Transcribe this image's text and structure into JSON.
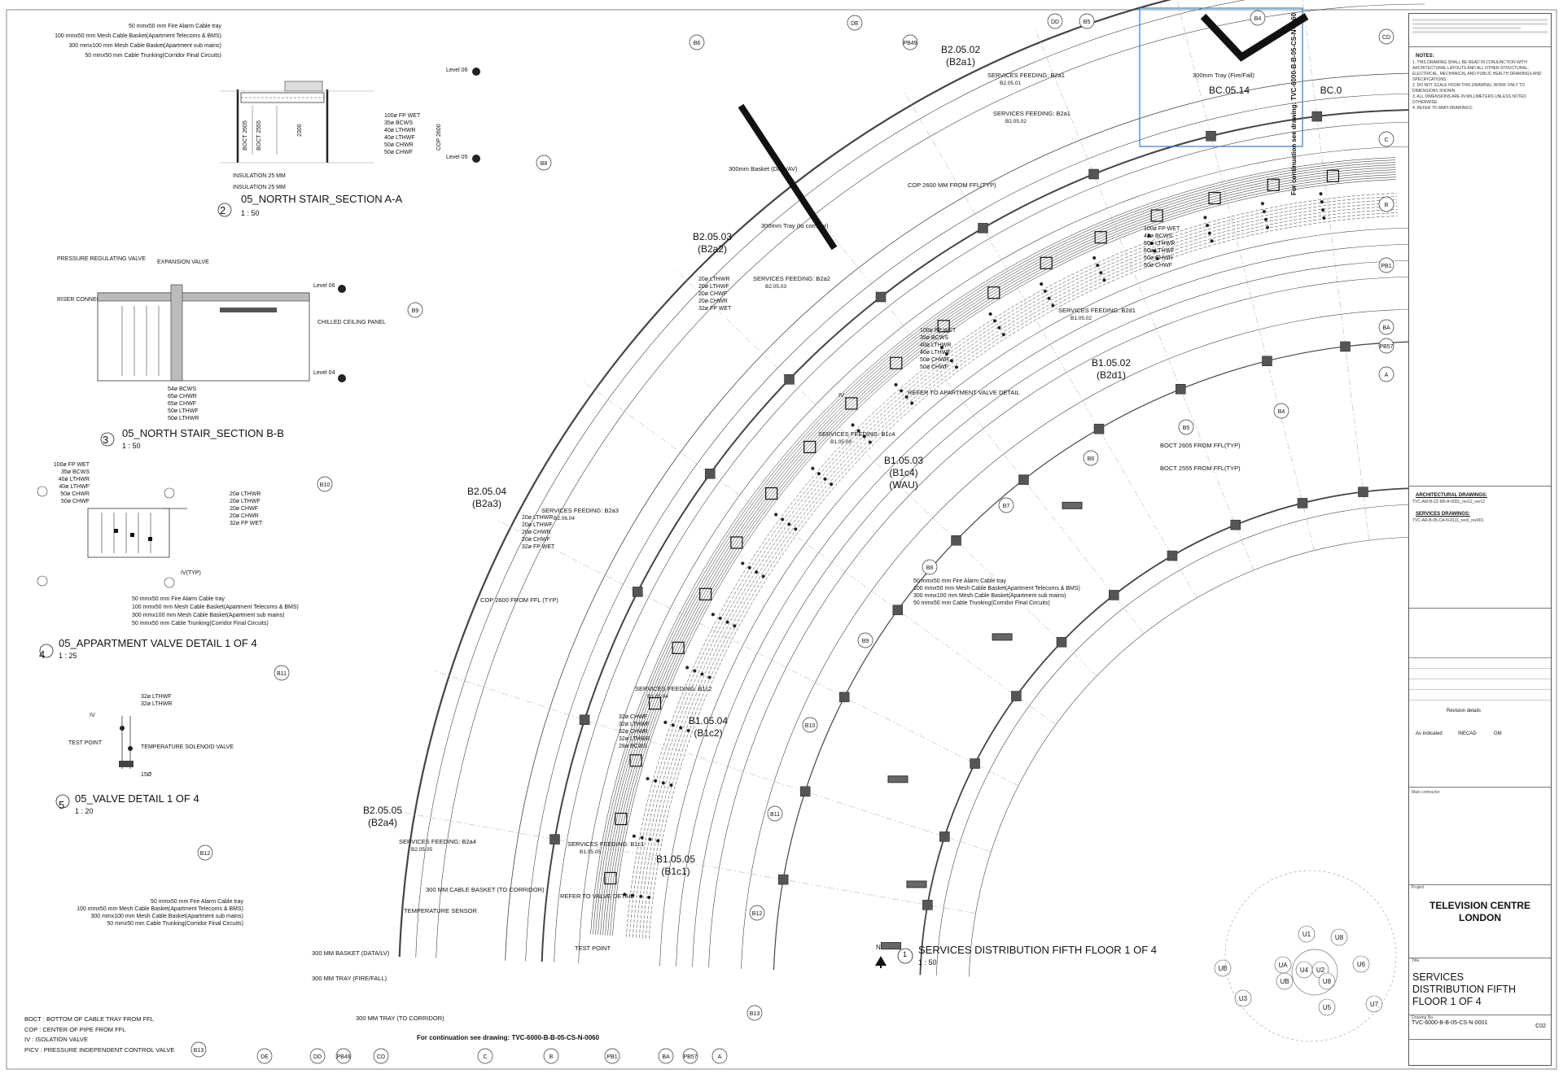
{
  "plan": {
    "title": "SERVICES DISTRIBUTION FIFTH FLOOR 1 OF 4",
    "number": "1",
    "scale": "1 : 50",
    "north": "N",
    "continuation_bottom": "For continuation see drawing: TVC-6000-B-B-05-CS-N-0060",
    "continuation_right": "For continuation see drawing: TVC-6000-B-B-05-CS-N-0060"
  },
  "rooms": [
    {
      "code": "B2.05.02",
      "sub": "(B2a1)"
    },
    {
      "code": "B2.05.03",
      "sub": "(B2a2)"
    },
    {
      "code": "B2.05.04",
      "sub": "(B2a3)"
    },
    {
      "code": "B2.05.05",
      "sub": "(B2a4)"
    },
    {
      "code": "B1.05.02",
      "sub": "(B2d1)"
    },
    {
      "code": "B1.05.03",
      "sub": "(B1c4)",
      "sub2": "(WAU)"
    },
    {
      "code": "B1.05.04",
      "sub": "(B1c2)"
    },
    {
      "code": "B1.05.05",
      "sub": "(B1c1)"
    },
    {
      "code": "BC.05.14",
      "sub": ""
    },
    {
      "code": "BC.0",
      "sub": ""
    }
  ],
  "grid_top": [
    "DE",
    "DD",
    "B5",
    "B4",
    "CD",
    "PB49",
    "B6",
    "B7"
  ],
  "grid_bottom": [
    "DE",
    "DD",
    "PB49",
    "CD",
    "C",
    "B",
    "PB1",
    "BA",
    "PB57",
    "A"
  ],
  "grid_right": [
    "CD",
    "C",
    "B",
    "PB1",
    "BA",
    "PB57",
    "A"
  ],
  "grid_arc_left": [
    "B8",
    "B9",
    "B10",
    "B11",
    "B12",
    "B13"
  ],
  "grid_arc_right": [
    "B4",
    "B5",
    "B6",
    "B7",
    "B8",
    "B9",
    "B10",
    "B11",
    "B12",
    "B13"
  ],
  "services_feeding": [
    {
      "label": "SERVICES FEEDING: B2a1",
      "code": "B2.05.01"
    },
    {
      "label": "SERVICES FEEDING: B2a1",
      "code": "B2.05.02"
    },
    {
      "label": "SERVICES FEEDING: B2a2",
      "code": "B2.05.03"
    },
    {
      "label": "SERVICES FEEDING: B2d1",
      "code": "B1.05.02"
    },
    {
      "label": "SERVICES FEEDING: B1c4",
      "code": "B1.05.03"
    },
    {
      "label": "SERVICES FEEDING: B2a3",
      "code": "B2.06.04"
    },
    {
      "label": "SERVICES FEEDING: B1c2",
      "code": "B1.05.04"
    },
    {
      "label": "SERVICES FEEDING: B2a4",
      "code": "B2.05.05"
    },
    {
      "label": "SERVICES FEEDING: B1c1",
      "code": "B1.05.05"
    }
  ],
  "pipe_lists": [
    [
      "20ø LTHWR",
      "20ø LTHWF",
      "20ø CHWF",
      "20ø CHWR",
      "32ø FP WET"
    ],
    [
      "100ø FP WET",
      "42ø BCWS",
      "50ø LTHWR",
      "50ø LTHWF",
      "50ø CHWR",
      "50ø CHWF"
    ],
    [
      "20ø LTHWR",
      "20ø LTHWF",
      "20ø CHWR",
      "20ø CHWF",
      "32ø FP WET"
    ],
    [
      "100ø FP WET",
      "35ø BCWS",
      "40ø LTHWR",
      "40ø LTHWF",
      "50ø CHWR",
      "50ø CHWF"
    ],
    [
      "32ø CHWF",
      "32ø LTHWF",
      "32ø CHWR",
      "32ø LTHWR",
      "28ø BCWS"
    ]
  ],
  "callouts": [
    "REFER TO APARTMENT VALVE DETAIL",
    "300mm Basket (Data/AV)",
    "300mm Tray (Fire/Fall)",
    "300mm Tray (to corridor)",
    "COP 2600 MM FROM FFL(TYP)",
    "COP 2600 FROM FFL (TYP)",
    "BOCT 2605 FROM FFL(TYP)",
    "BOCT 2555 FROM FFL(TYP)",
    "300 MM CABLE BASKET (TO CORRIDOR)",
    "TEMPERATURE SENSOR",
    "REFER TO VALVE DETAIL",
    "TEST POINT",
    "300 MM BASKET (DATA/LV)",
    "300 MM TRAY (FIRE/FALL)",
    "300 MM TRAY (TO CORRIDOR)",
    "IV"
  ],
  "cable_legend": [
    "50 mmx50 mm Fire Alarm Cable tray",
    "100 mmx50 mm Mesh Cable Basket(Apartment Telecoms & BMS)",
    "300 mmx100 mm Mesh Cable Basket(Apartment sub mains)",
    "50 mmx50 mm Cable Trunking(Corridor Final Circuits)"
  ],
  "details": [
    {
      "number": "2",
      "title": "05_NORTH STAIR_SECTION A-A",
      "scale": "1 : 50"
    },
    {
      "number": "3",
      "title": "05_NORTH STAIR_SECTION B-B",
      "scale": "1 : 50"
    },
    {
      "number": "4",
      "title": "05_APPARTMENT VALVE DETAIL 1 OF 4",
      "scale": "1 : 25"
    },
    {
      "number": "5",
      "title": "05_VALVE DETAIL 1 OF 4",
      "scale": "1 : 20"
    }
  ],
  "section_aa": {
    "levels": [
      "Level 06",
      "Level 05"
    ],
    "pipes": [
      "100ø FP WET",
      "35ø BCWS",
      "40ø LTHWR",
      "40ø LTHWF",
      "50ø CHWR",
      "50ø CHWF"
    ],
    "insulation": [
      "INSULATION 25 MM",
      "INSULATION 25 MM"
    ],
    "dims": [
      "BOCT 2605",
      "BOCT 2555",
      "COP 2600",
      "2300"
    ]
  },
  "section_bb": {
    "labels": [
      "PRESSURE REGULATING VALVE",
      "EXPANSION VALVE",
      "RISER CONNECTIONS",
      "CHILLED CEILING PANEL"
    ],
    "pipes": [
      "54ø BCWS",
      "65ø CHWR",
      "65ø CHWF",
      "50ø LTHWF",
      "50ø LTHWR"
    ],
    "levels": [
      "Level 06",
      "Level 04"
    ]
  },
  "valve_detail": {
    "pipes": [
      "32ø LTHWF",
      "32ø LTHWR"
    ],
    "labels": [
      "IV",
      "TEST POINT",
      "TEMPERATURE SOLENOID VALVE",
      "15Ø"
    ]
  },
  "apt_valve": {
    "pipes_left": [
      "100ø FP WET",
      "35ø BCWS",
      "40ø LTHWR",
      "40ø LTHWF",
      "50ø CHWR",
      "50ø CHWF"
    ],
    "pipes_right": [
      "20ø LTHWR",
      "20ø LTHWF",
      "20ø CHWF",
      "20ø CHWR",
      "32ø FP WET"
    ],
    "iv": "IV(TYP)"
  },
  "abbreviations": [
    "BOCT : BOTTOM OF CABLE TRAY FROM FFL",
    "COP : CENTER OF PIPE FROM FFL",
    "IV : ISOLATION VALVE",
    "PICV : PRESSURE INDEPENDENT CONTROL VALVE"
  ],
  "key_plan": [
    "U1",
    "U8",
    "U2",
    "UA",
    "U4",
    "UB",
    "U3",
    "U5",
    "U6",
    "U7",
    "UB",
    "U8"
  ],
  "title_block": {
    "notes_heading": "NOTES:",
    "notes": [
      "1. THIS DRAWING SHALL BE READ IN CONJUNCTION WITH ARCHITECTURAL LAYOUTS AND ALL OTHER STRUCTURAL, ELECTRICAL, MECHANICAL AND PUBLIC HEALTH DRAWINGS AND SPECIFICATIONS.",
      "2. DO NOT SCALE FROM THIS DRAWING, WORK ONLY TO DIMENSIONS SHOWN.",
      "3. ALL DIMENSIONS ARE IN MILLIMETERS UNLESS NOTED OTHERWISE.",
      "4. REFER TO MMH DRAWINGS:"
    ],
    "arch_heading": "ARCHITECTURAL DRAWINGS:",
    "arch_ref": "TVC-AM-B-ZZ-M0-A-0001_rev12_rev12",
    "serv_heading": "SERVICES DRAWINGS:",
    "serv_ref": "TVC-AR-B-05-CA-N-0111_rev0_rev001",
    "revision_label": "Revision details",
    "scale": "As indicated",
    "drawn": "INECAD",
    "checked": "GM",
    "main_contractor": "Main contractor",
    "project_label": "Project",
    "project": "TELEVISION CENTRE LONDON",
    "title_label": "Title",
    "title": "SERVICES DISTRIBUTION FIFTH FLOOR 1 OF 4",
    "drawing_label": "Drawing No.",
    "drawing_no": "TVC-6000-B-B-05-CS-N-0001",
    "revision": "C02"
  }
}
